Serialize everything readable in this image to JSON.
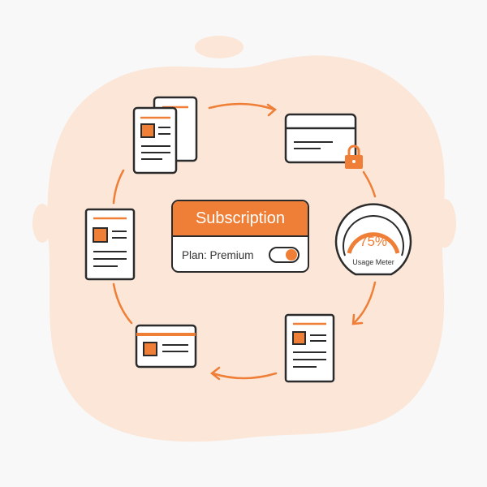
{
  "subscription": {
    "title": "Subscription",
    "plan_label": "Plan: Premium",
    "toggle_on": true
  },
  "gauge": {
    "value_text": "75%",
    "value": 75,
    "label": "Usage Meter"
  },
  "colors": {
    "accent": "#ef7f36",
    "background_blob": "#fbe6d8",
    "stroke": "#2b2b2b"
  }
}
